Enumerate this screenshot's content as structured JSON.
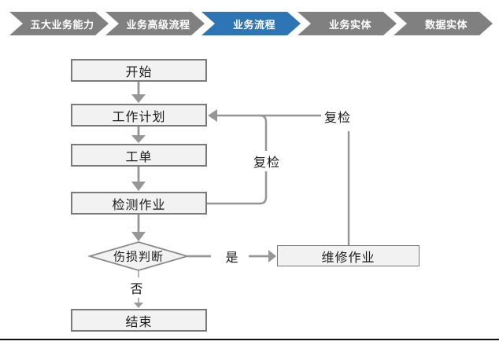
{
  "nav": {
    "items": [
      {
        "label": "五大业务能力",
        "active": false
      },
      {
        "label": "业务高级流程",
        "active": false
      },
      {
        "label": "业务流程",
        "active": true
      },
      {
        "label": "业务实体",
        "active": false
      },
      {
        "label": "数据实体",
        "active": false
      }
    ]
  },
  "flowchart": {
    "nodes": {
      "start": "开始",
      "plan": "工作计划",
      "order": "工单",
      "inspect": "检测作业",
      "decision": "伤损判断",
      "repair": "维修作业",
      "end": "结束"
    },
    "edge_labels": {
      "yes": "是",
      "no": "否",
      "recheck_inspect": "复检",
      "recheck_repair": "复检"
    }
  },
  "colors": {
    "nav_active": "#2E75B6",
    "nav_inactive": "#808080",
    "node_fill": "#F2F2F2",
    "node_border": "#7A7A7A",
    "connector": "#969696",
    "bottom_rule": "#111111"
  }
}
